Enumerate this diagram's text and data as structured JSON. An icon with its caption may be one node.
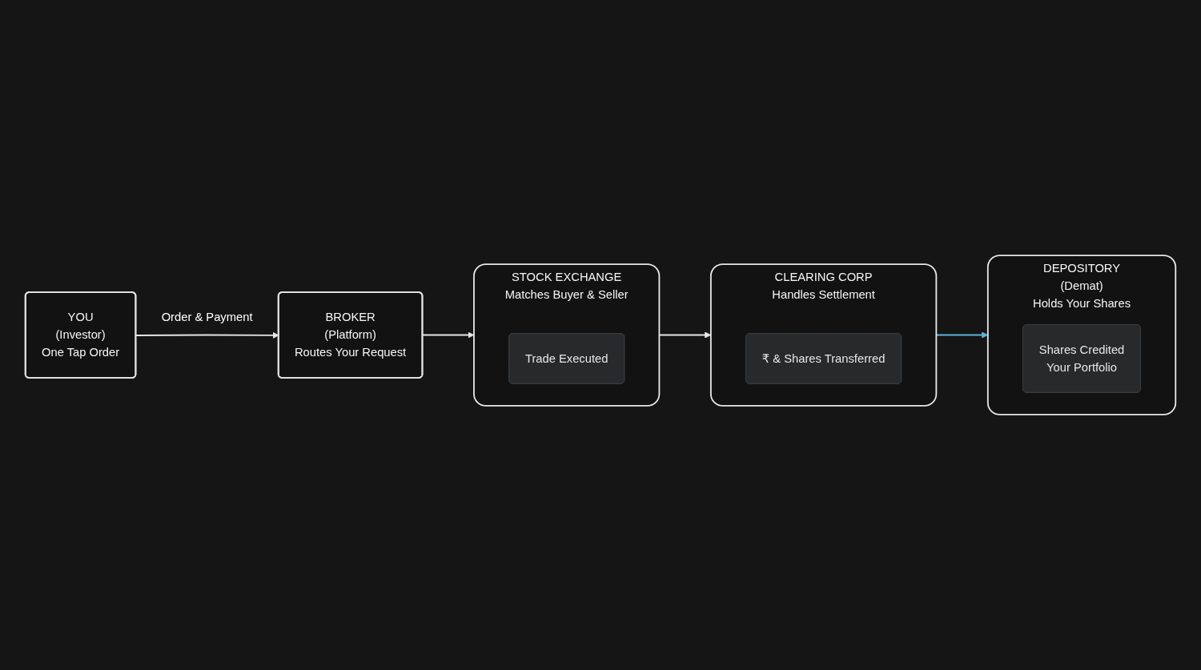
{
  "diagram": {
    "nodes": [
      {
        "text": [
          "YOU",
          "(Investor)",
          "One Tap Order"
        ]
      },
      {
        "text": [
          "BROKER",
          "(Platform)",
          "Routes Your Request"
        ]
      },
      {
        "text": [
          "STOCK EXCHANGE",
          "Matches Buyer & Seller"
        ]
      },
      {
        "text": [
          "Trade Executed"
        ],
        "in": 2
      },
      {
        "text": [
          "CLEARING CORP",
          "Handles Settlement"
        ]
      },
      {
        "text": [
          "₹ & Shares Transferred"
        ],
        "in": 4
      },
      {
        "text": [
          "DEPOSITORY",
          "(Demat)",
          "Holds Your Shares"
        ]
      },
      {
        "text": [
          "Shares Credited",
          "Your Portfolio"
        ],
        "in": 6
      }
    ],
    "edges": [
      {
        "from": 0,
        "to": 1,
        "arrow": "to",
        "label": "Order & Payment"
      },
      {
        "from": 1,
        "to": 2,
        "arrow": "to"
      },
      {
        "from": 2,
        "to": 4,
        "arrow": "to"
      },
      {
        "from": 4,
        "to": 6,
        "arrow": "to",
        "color": "#5ab6d8"
      }
    ]
  }
}
